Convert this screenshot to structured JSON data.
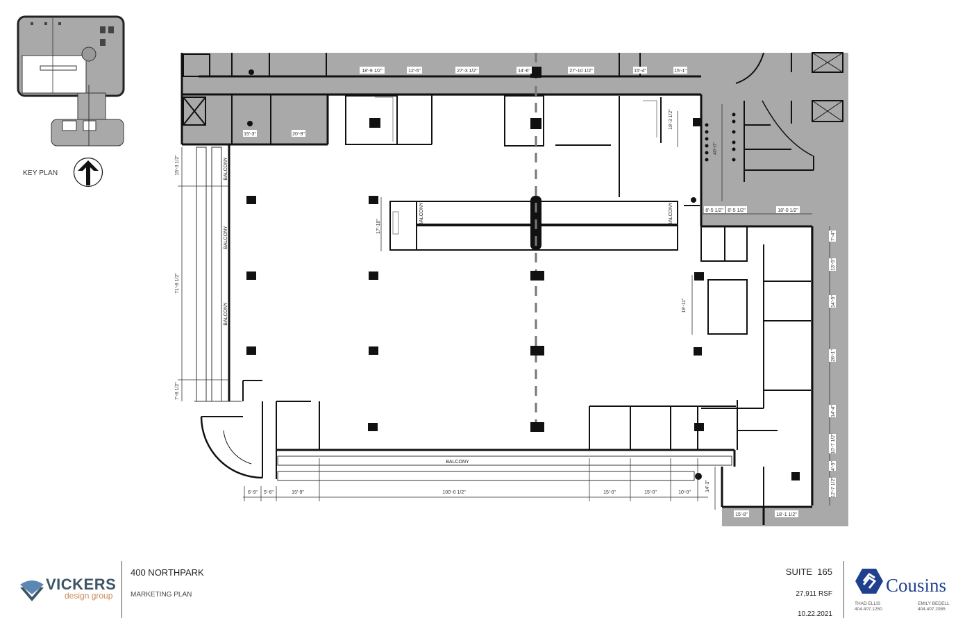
{
  "document": {
    "type": "floor-plan-marketing-sheet"
  },
  "key_plan": {
    "label": "KEY PLAN",
    "north_arrow_icon": "north-arrow-icon"
  },
  "floor_plan": {
    "colors": {
      "common_area": "#a9a9a9",
      "wall": "#111111",
      "suite_area": "#ffffff",
      "gridline": "#666666"
    },
    "labels": {
      "balcony_west_1": "BALCONY",
      "balcony_west_2": "BALCONY",
      "balcony_west_3": "BALCONY",
      "balcony_south": "BALCONY",
      "balcony_atrium_left": "BALCONY",
      "balcony_atrium_right": "BALCONY"
    },
    "dimensions": {
      "top_corridor": [
        "18'-9 1/2\"",
        "12'-5\"",
        "27'-3 1/2\"",
        "14'-6\"",
        "27'-10 1/2\"",
        "15'-4\"",
        "15'-1\""
      ],
      "top_rooms": [
        "15'-3\"",
        "20'-9\""
      ],
      "north_east_room": "18'-3 1/2\"",
      "restroom_core": "40'-0\"",
      "east_core": [
        "8'-5 1/2\"",
        "8'-5 1/2\"",
        "18'-0 1/2\""
      ],
      "west_side": [
        "15'-3 1/2\"",
        "71'-8 1/2\"",
        "7'-8 1/2\""
      ],
      "atrium": "17'-10\"",
      "conference": "19'-11\"",
      "east_side": [
        "7'-4\"",
        "13'-5\"",
        "14'-5\"",
        "26'-1\"",
        "14'-4\"",
        "10'-7 1/2\"",
        "4'-5\"",
        "12'-7 1/2\""
      ],
      "bottom": [
        "6'-9\"",
        "5'-6\"",
        "15'-9\"",
        "100'-0 1/2\"",
        "15'-0\"",
        "15'-0\"",
        "10'-0\""
      ],
      "south_east_vertical": "14'-3\"",
      "south_east_rooms": [
        "15'-8\"",
        "18'-1 1/2\""
      ]
    }
  },
  "footer": {
    "architect": {
      "name": "VICKERS",
      "tagline": "design group",
      "logo_icon": "vickers-logo-icon"
    },
    "project": {
      "name": "400 NORTHPARK",
      "subtitle": "MARKETING PLAN"
    },
    "suite": {
      "label": "SUITE  165",
      "area": "27,911 RSF",
      "date": "10.22.2021"
    },
    "owner": {
      "name": "Cousins",
      "logo_icon": "cousins-logo-icon",
      "contacts": [
        {
          "name": "THAD ELLIS",
          "phone": "404.407.1250"
        },
        {
          "name": "EMILY BEDELL",
          "phone": "404.407.2085"
        }
      ]
    }
  }
}
